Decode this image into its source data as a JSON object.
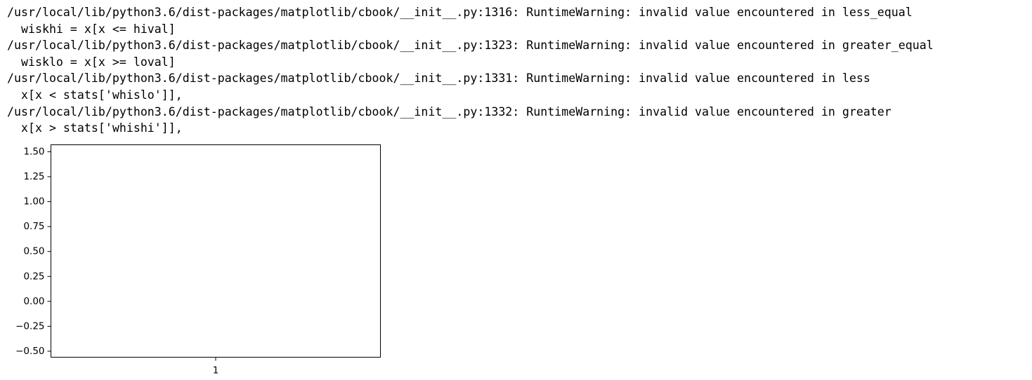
{
  "output": {
    "lines": [
      "/usr/local/lib/python3.6/dist-packages/matplotlib/cbook/__init__.py:1316: RuntimeWarning: invalid value encountered in less_equal",
      "  wiskhi = x[x <= hival]",
      "/usr/local/lib/python3.6/dist-packages/matplotlib/cbook/__init__.py:1323: RuntimeWarning: invalid value encountered in greater_equal",
      "  wisklo = x[x >= loval]",
      "/usr/local/lib/python3.6/dist-packages/matplotlib/cbook/__init__.py:1331: RuntimeWarning: invalid value encountered in less",
      "  x[x < stats['whislo']],",
      "/usr/local/lib/python3.6/dist-packages/matplotlib/cbook/__init__.py:1332: RuntimeWarning: invalid value encountered in greater",
      "  x[x > stats['whishi']],"
    ]
  },
  "chart_data": {
    "type": "box",
    "categories": [
      "1"
    ],
    "series": [],
    "yticks": [
      1.5,
      1.25,
      1.0,
      0.75,
      0.5,
      0.25,
      0.0,
      -0.25,
      -0.5
    ],
    "ytick_labels": [
      "1.50",
      "1.25",
      "1.00",
      "0.75",
      "0.50",
      "0.25",
      "0.00",
      "−0.25",
      "−0.50"
    ],
    "xtick_labels": [
      "1"
    ],
    "ylim": [
      -0.56,
      1.57
    ],
    "title": "",
    "xlabel": "",
    "ylabel": "",
    "grid": false
  }
}
